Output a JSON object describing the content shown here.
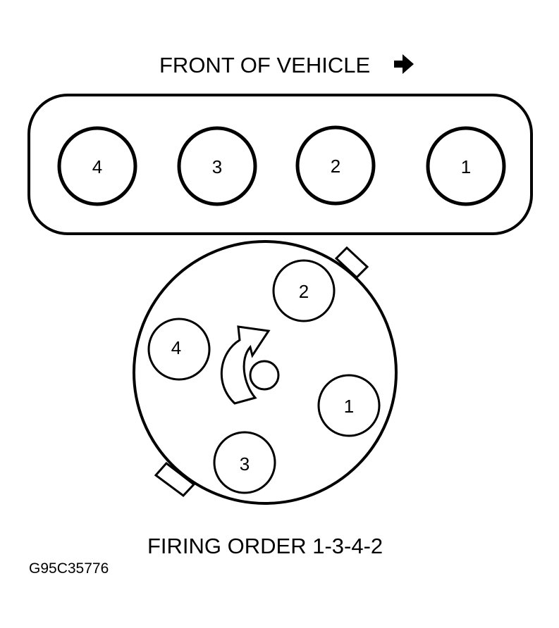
{
  "header": {
    "text": "FRONT OF VEHICLE",
    "arrow_icon": "right-arrow-icon"
  },
  "engine_block": {
    "cylinders": [
      {
        "number": "4"
      },
      {
        "number": "3"
      },
      {
        "number": "2"
      },
      {
        "number": "1"
      }
    ]
  },
  "distributor_cap": {
    "terminals": [
      {
        "number": "2"
      },
      {
        "number": "4"
      },
      {
        "number": "1"
      },
      {
        "number": "3"
      }
    ],
    "rotation_icon": "clockwise-rotation-arrow-icon"
  },
  "firing_order": {
    "text": "FIRING ORDER 1-3-4-2"
  },
  "figure_code": {
    "text": "G95C35776"
  },
  "colors": {
    "line": "#000000",
    "background": "#ffffff"
  }
}
